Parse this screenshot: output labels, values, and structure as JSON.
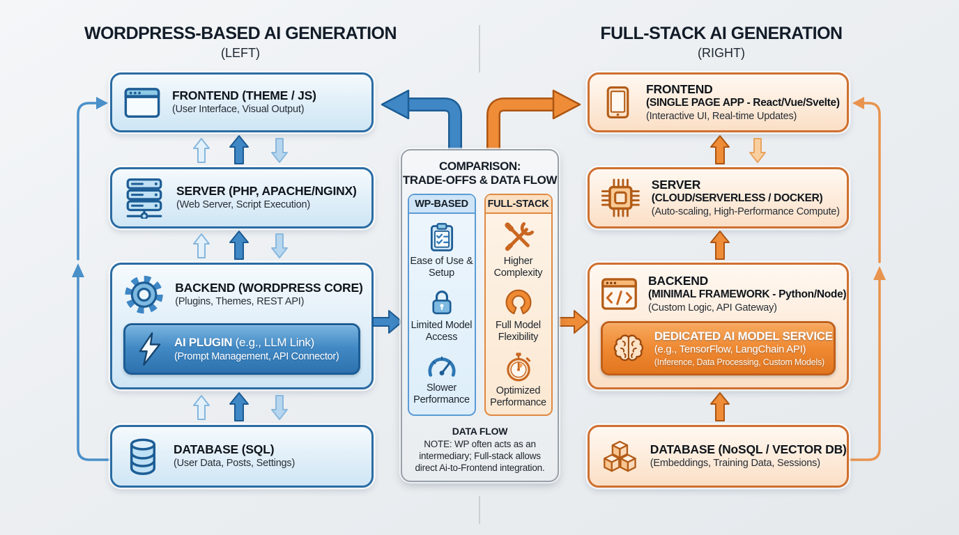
{
  "titles": {
    "left": "WORDPRESS-BASED AI GENERATION",
    "left_sub": "(LEFT)",
    "right": "FULL-STACK AI GENERATION",
    "right_sub": "(RIGHT)"
  },
  "left": {
    "frontend": {
      "icon": "browser-window-icon",
      "title": "FRONTEND (THEME / JS)",
      "sub": "(User Interface, Visual Output)"
    },
    "server": {
      "icon": "server-stack-icon",
      "title": "SERVER (PHP, APACHE/NGINX)",
      "sub": "(Web Server, Script Execution)"
    },
    "backend": {
      "icon": "gear-icon",
      "title": "BACKEND (WORDPRESS CORE)",
      "sub": "(Plugins, Themes, REST API)"
    },
    "ai_plugin": {
      "icon": "lightning-bolt-icon",
      "title": "AI PLUGIN",
      "title_rest": " (e.g., LLM Link)",
      "sub": "(Prompt Management, API Connector)"
    },
    "database": {
      "icon": "database-cylinder-icon",
      "title": "DATABASE (SQL)",
      "sub": "(User Data, Posts, Settings)"
    }
  },
  "right": {
    "frontend": {
      "icon": "tablet-icon",
      "title": "FRONTEND",
      "line2": "(SINGLE PAGE APP - React/Vue/Svelte)",
      "sub": "(Interactive UI, Real-time Updates)"
    },
    "server": {
      "icon": "cpu-chip-icon",
      "title": "SERVER",
      "line2": "(CLOUD/SERVERLESS / DOCKER)",
      "sub": "(Auto-scaling, High-Performance Compute)"
    },
    "backend": {
      "icon": "code-window-icon",
      "title": "BACKEND",
      "line2": "(MINIMAL FRAMEWORK - Python/Node)",
      "sub": "(Custom Logic, API Gateway)"
    },
    "ai_service": {
      "icon": "brain-icon",
      "title": "DEDICATED AI MODEL SERVICE",
      "line2": "(e.g., TensorFlow, LangChain API)",
      "sub": "(Inference, Data Processing, Custom Models)"
    },
    "database": {
      "icon": "cubes-icon",
      "title": "DATABASE (NoSQL / VECTOR DB)",
      "sub": "(Embeddings, Training Data, Sessions)"
    }
  },
  "comparison": {
    "title1": "COMPARISON:",
    "title2": "TRADE-OFFS & DATA FLOW",
    "wp": {
      "header": "WP-BASED",
      "items": [
        {
          "icon": "clipboard-checklist-icon",
          "label": "Ease of Use & Setup"
        },
        {
          "icon": "lock-icon",
          "label": "Limited Model Access"
        },
        {
          "icon": "gauge-icon",
          "label": "Slower Performance"
        }
      ]
    },
    "fs": {
      "header": "FULL-STACK",
      "items": [
        {
          "icon": "tools-icon",
          "label": "Higher Complexity"
        },
        {
          "icon": "open-model-icon",
          "label": "Full Model Flexibility"
        },
        {
          "icon": "stopwatch-icon",
          "label": "Optimized Performance"
        }
      ]
    },
    "footer_title": "DATA FLOW",
    "footer_note": "NOTE: WP often acts as an intermediary; Full-stack allows direct Ai-to-Frontend integration."
  },
  "colors": {
    "blue": "#3f87c5",
    "blue_dark": "#1d5d95",
    "blue_light": "#d9ebf8",
    "orange": "#ee8c38",
    "orange_dark": "#b35c17",
    "orange_light": "#fde8d2",
    "panel_border": "#98a0aa"
  }
}
